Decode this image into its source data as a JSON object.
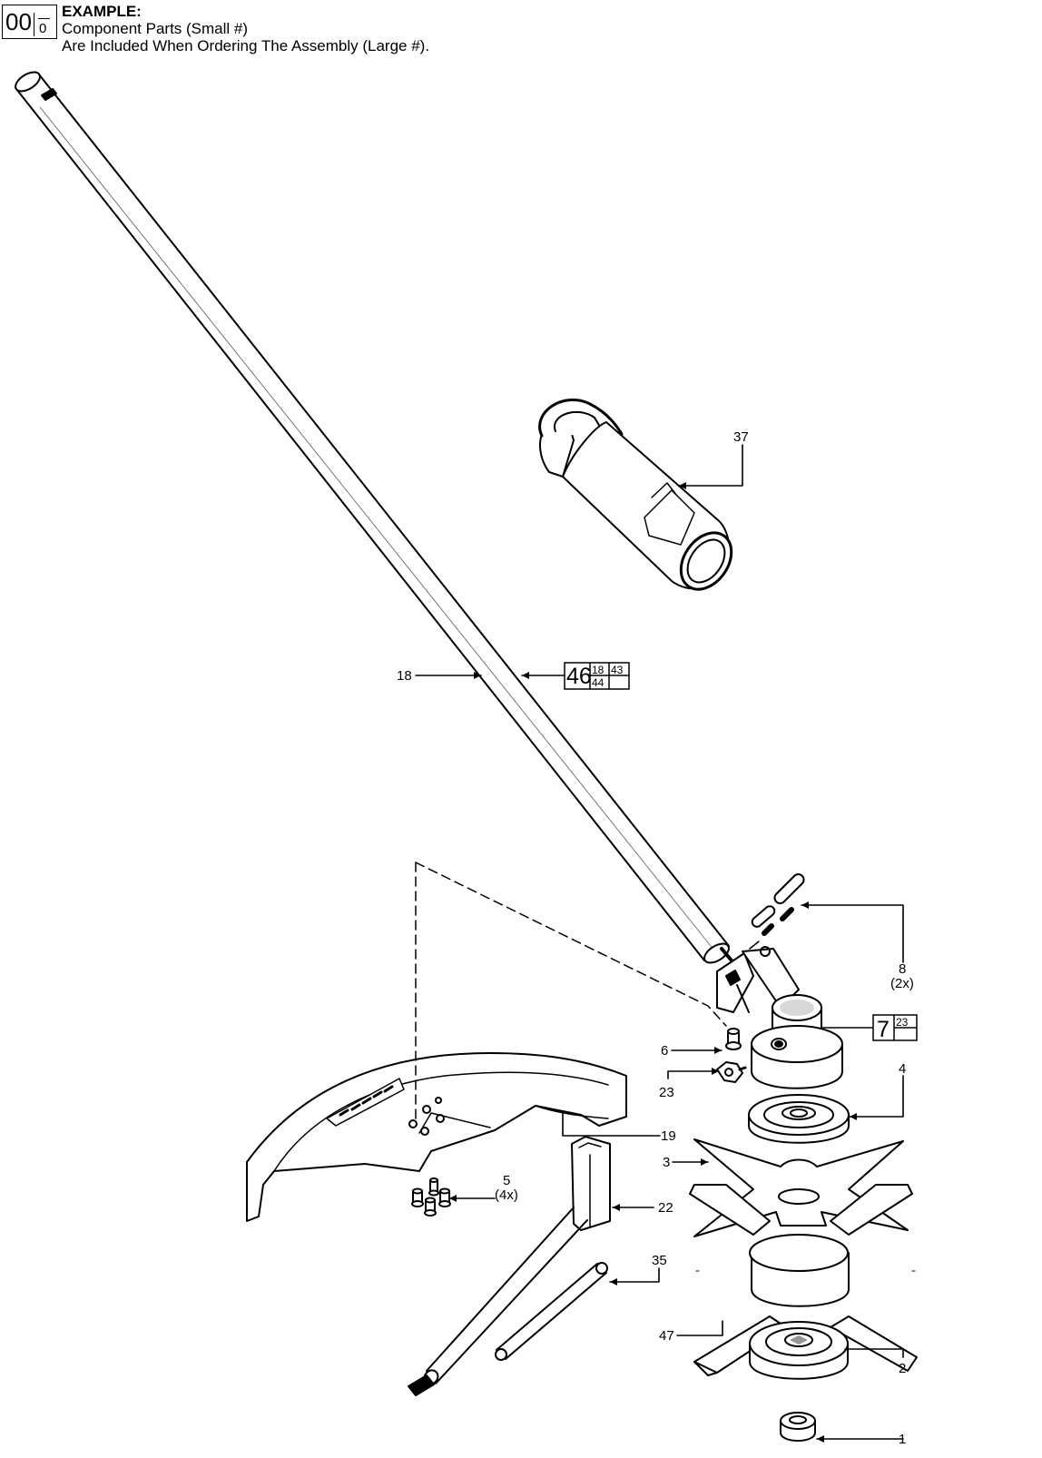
{
  "legend": {
    "assembly_number": "00",
    "component_number": "0",
    "heading": "EXAMPLE:",
    "line1": "Component Parts (Small #)",
    "line2": "Are Included When Ordering The Assembly (Large #)."
  },
  "callouts": {
    "c37": "37",
    "c18": "18",
    "c8": "8",
    "c8_qty": "(2x)",
    "c6": "6",
    "c23": "23",
    "c4": "4",
    "c19": "19",
    "c3": "3",
    "c5": "5",
    "c5_qty": "(4x)",
    "c22": "22",
    "c35": "35",
    "c47": "47",
    "c2": "2",
    "c1": "1"
  },
  "assemblies": {
    "a46": {
      "number": "46",
      "components": [
        "18",
        "43",
        "44"
      ]
    },
    "a7": {
      "number": "7",
      "components": [
        "23"
      ]
    }
  }
}
